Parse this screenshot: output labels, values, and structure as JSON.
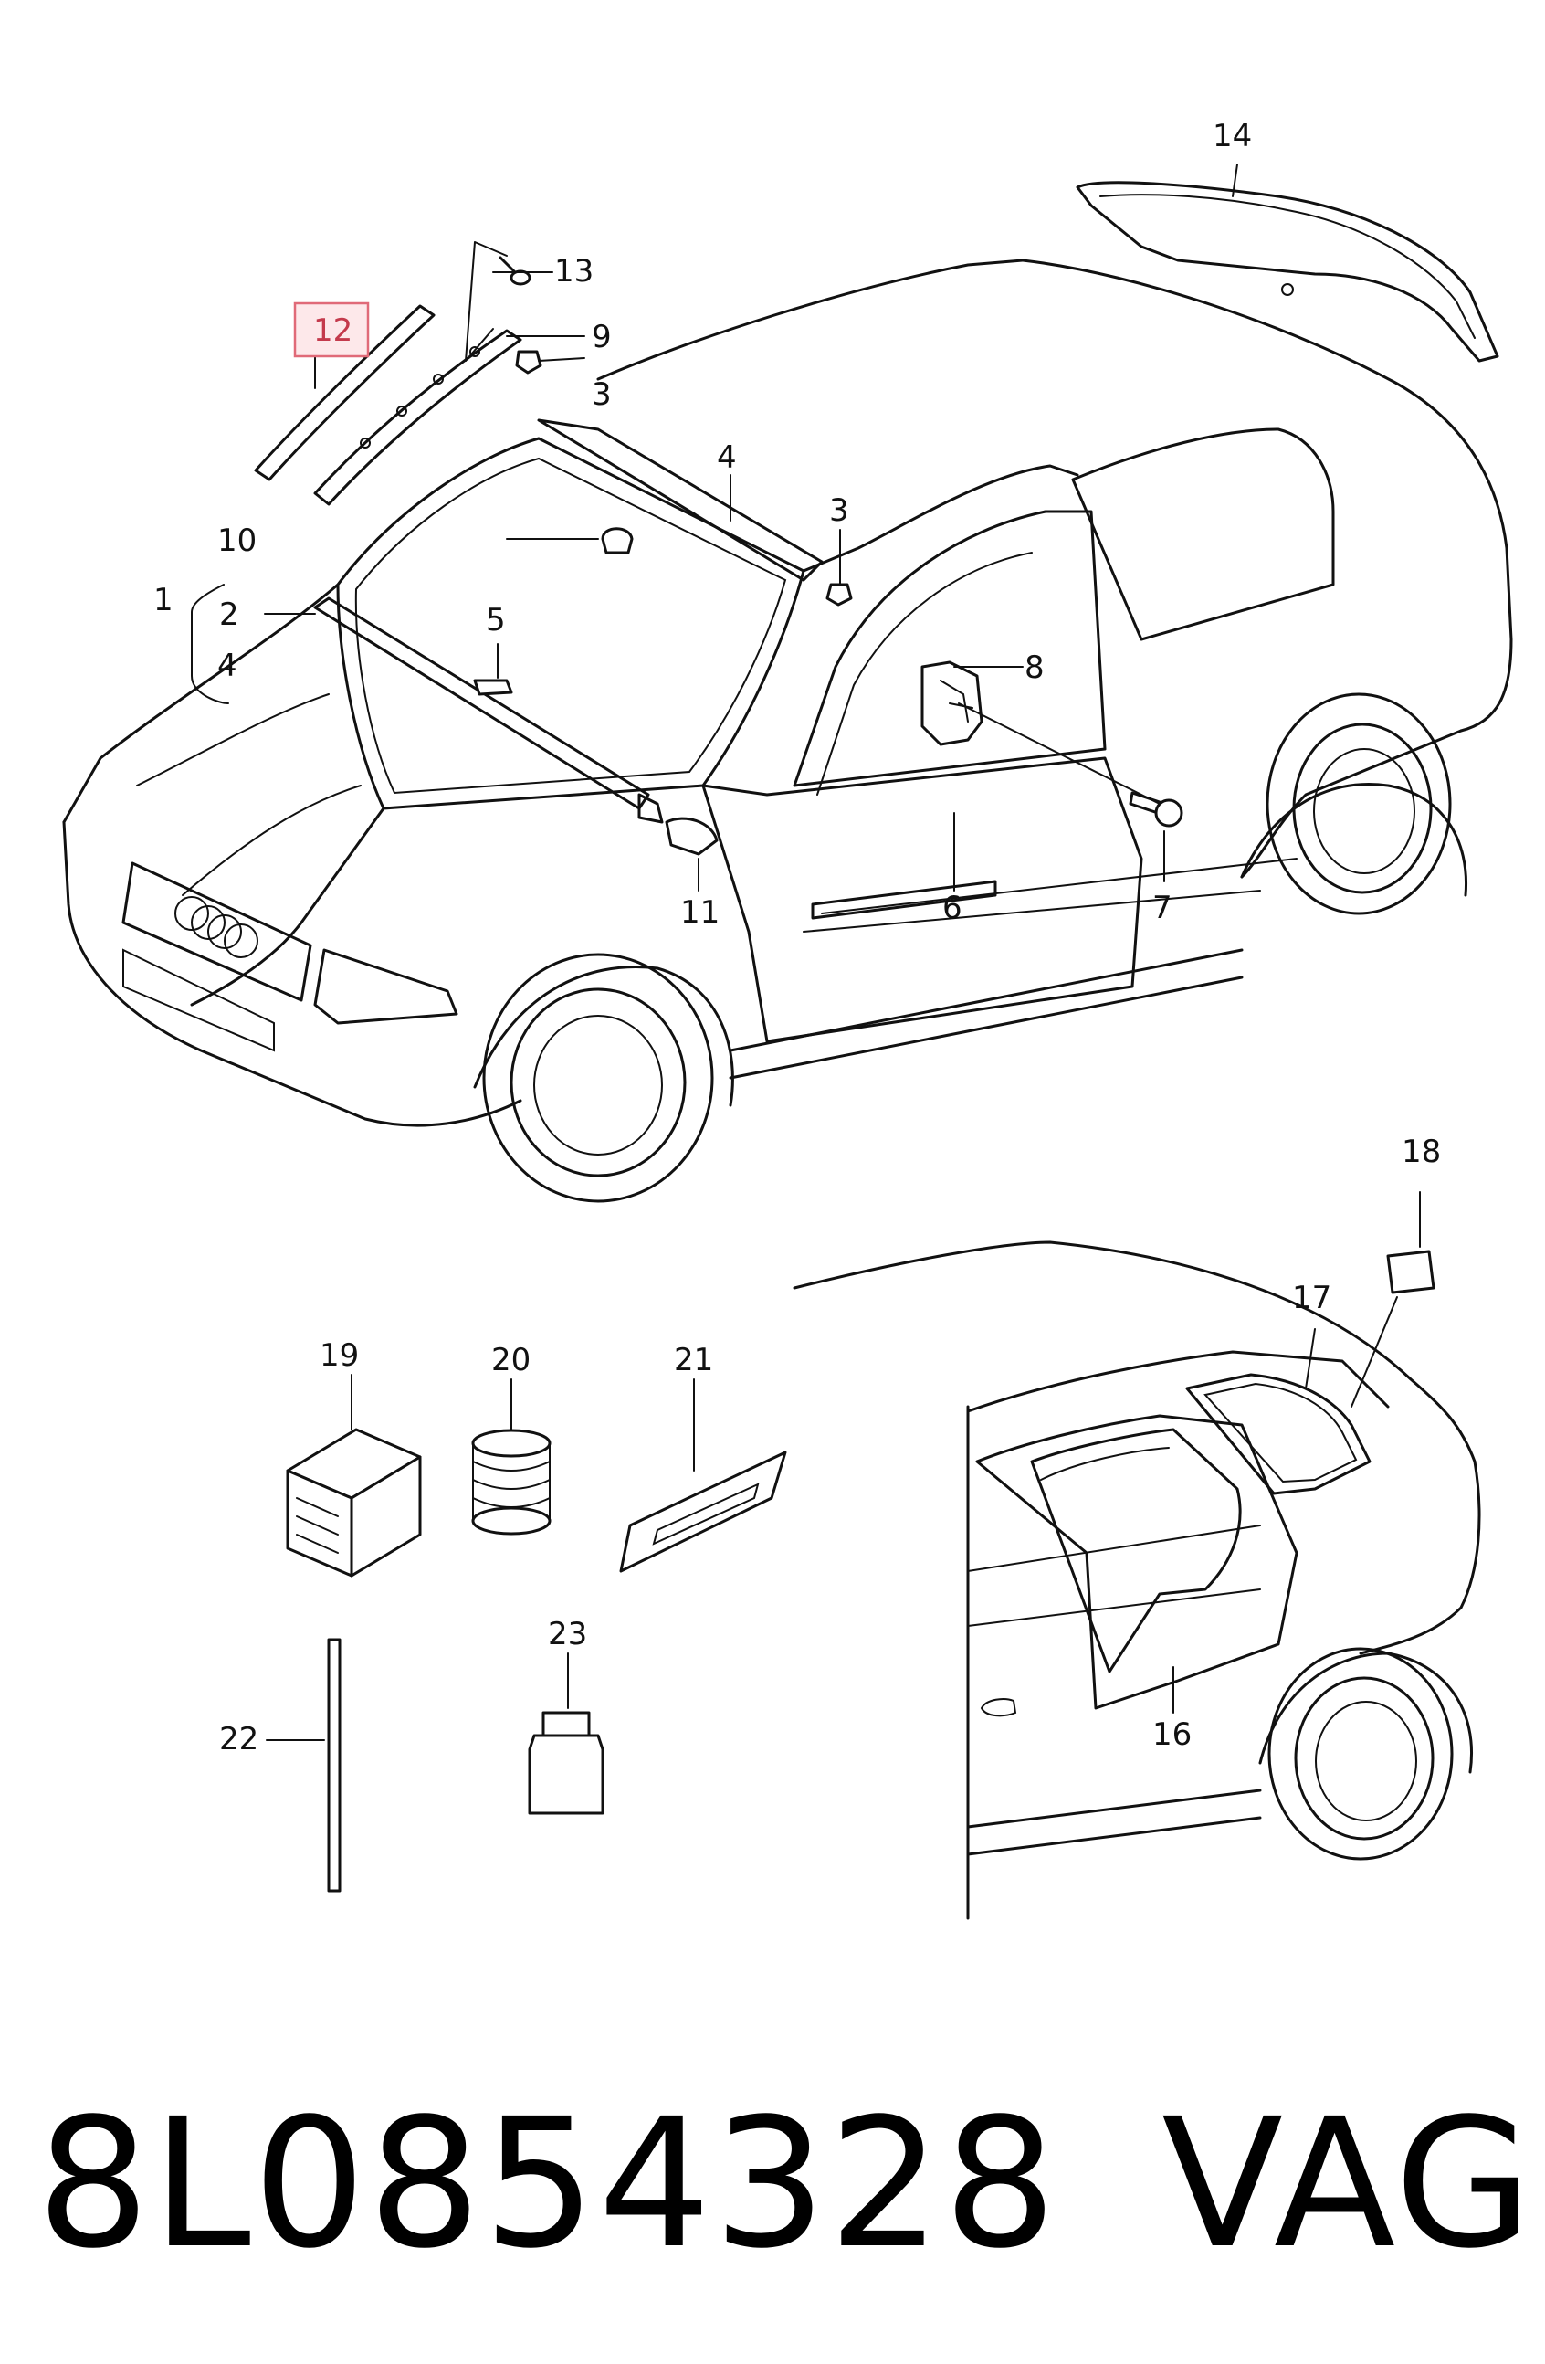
{
  "callouts": {
    "c1": "1",
    "c2": "2",
    "c3a": "3",
    "c3b": "3",
    "c4a": "4",
    "c4b": "4",
    "c5": "5",
    "c6": "6",
    "c7": "7",
    "c8": "8",
    "c9": "9",
    "c10": "10",
    "c11": "11",
    "c12": "12",
    "c13": "13",
    "c14": "14",
    "c16": "16",
    "c17": "17",
    "c18": "18",
    "c19": "19",
    "c20": "20",
    "c21": "21",
    "c22": "22",
    "c23": "23"
  },
  "highlighted_part": "12",
  "caption": {
    "part_number": "8L0854328",
    "brand": "VAG"
  },
  "colors": {
    "highlight_border": "#e06a78",
    "highlight_fill": "#fde8ea",
    "highlight_text": "#c43a4c",
    "line": "#111111"
  }
}
